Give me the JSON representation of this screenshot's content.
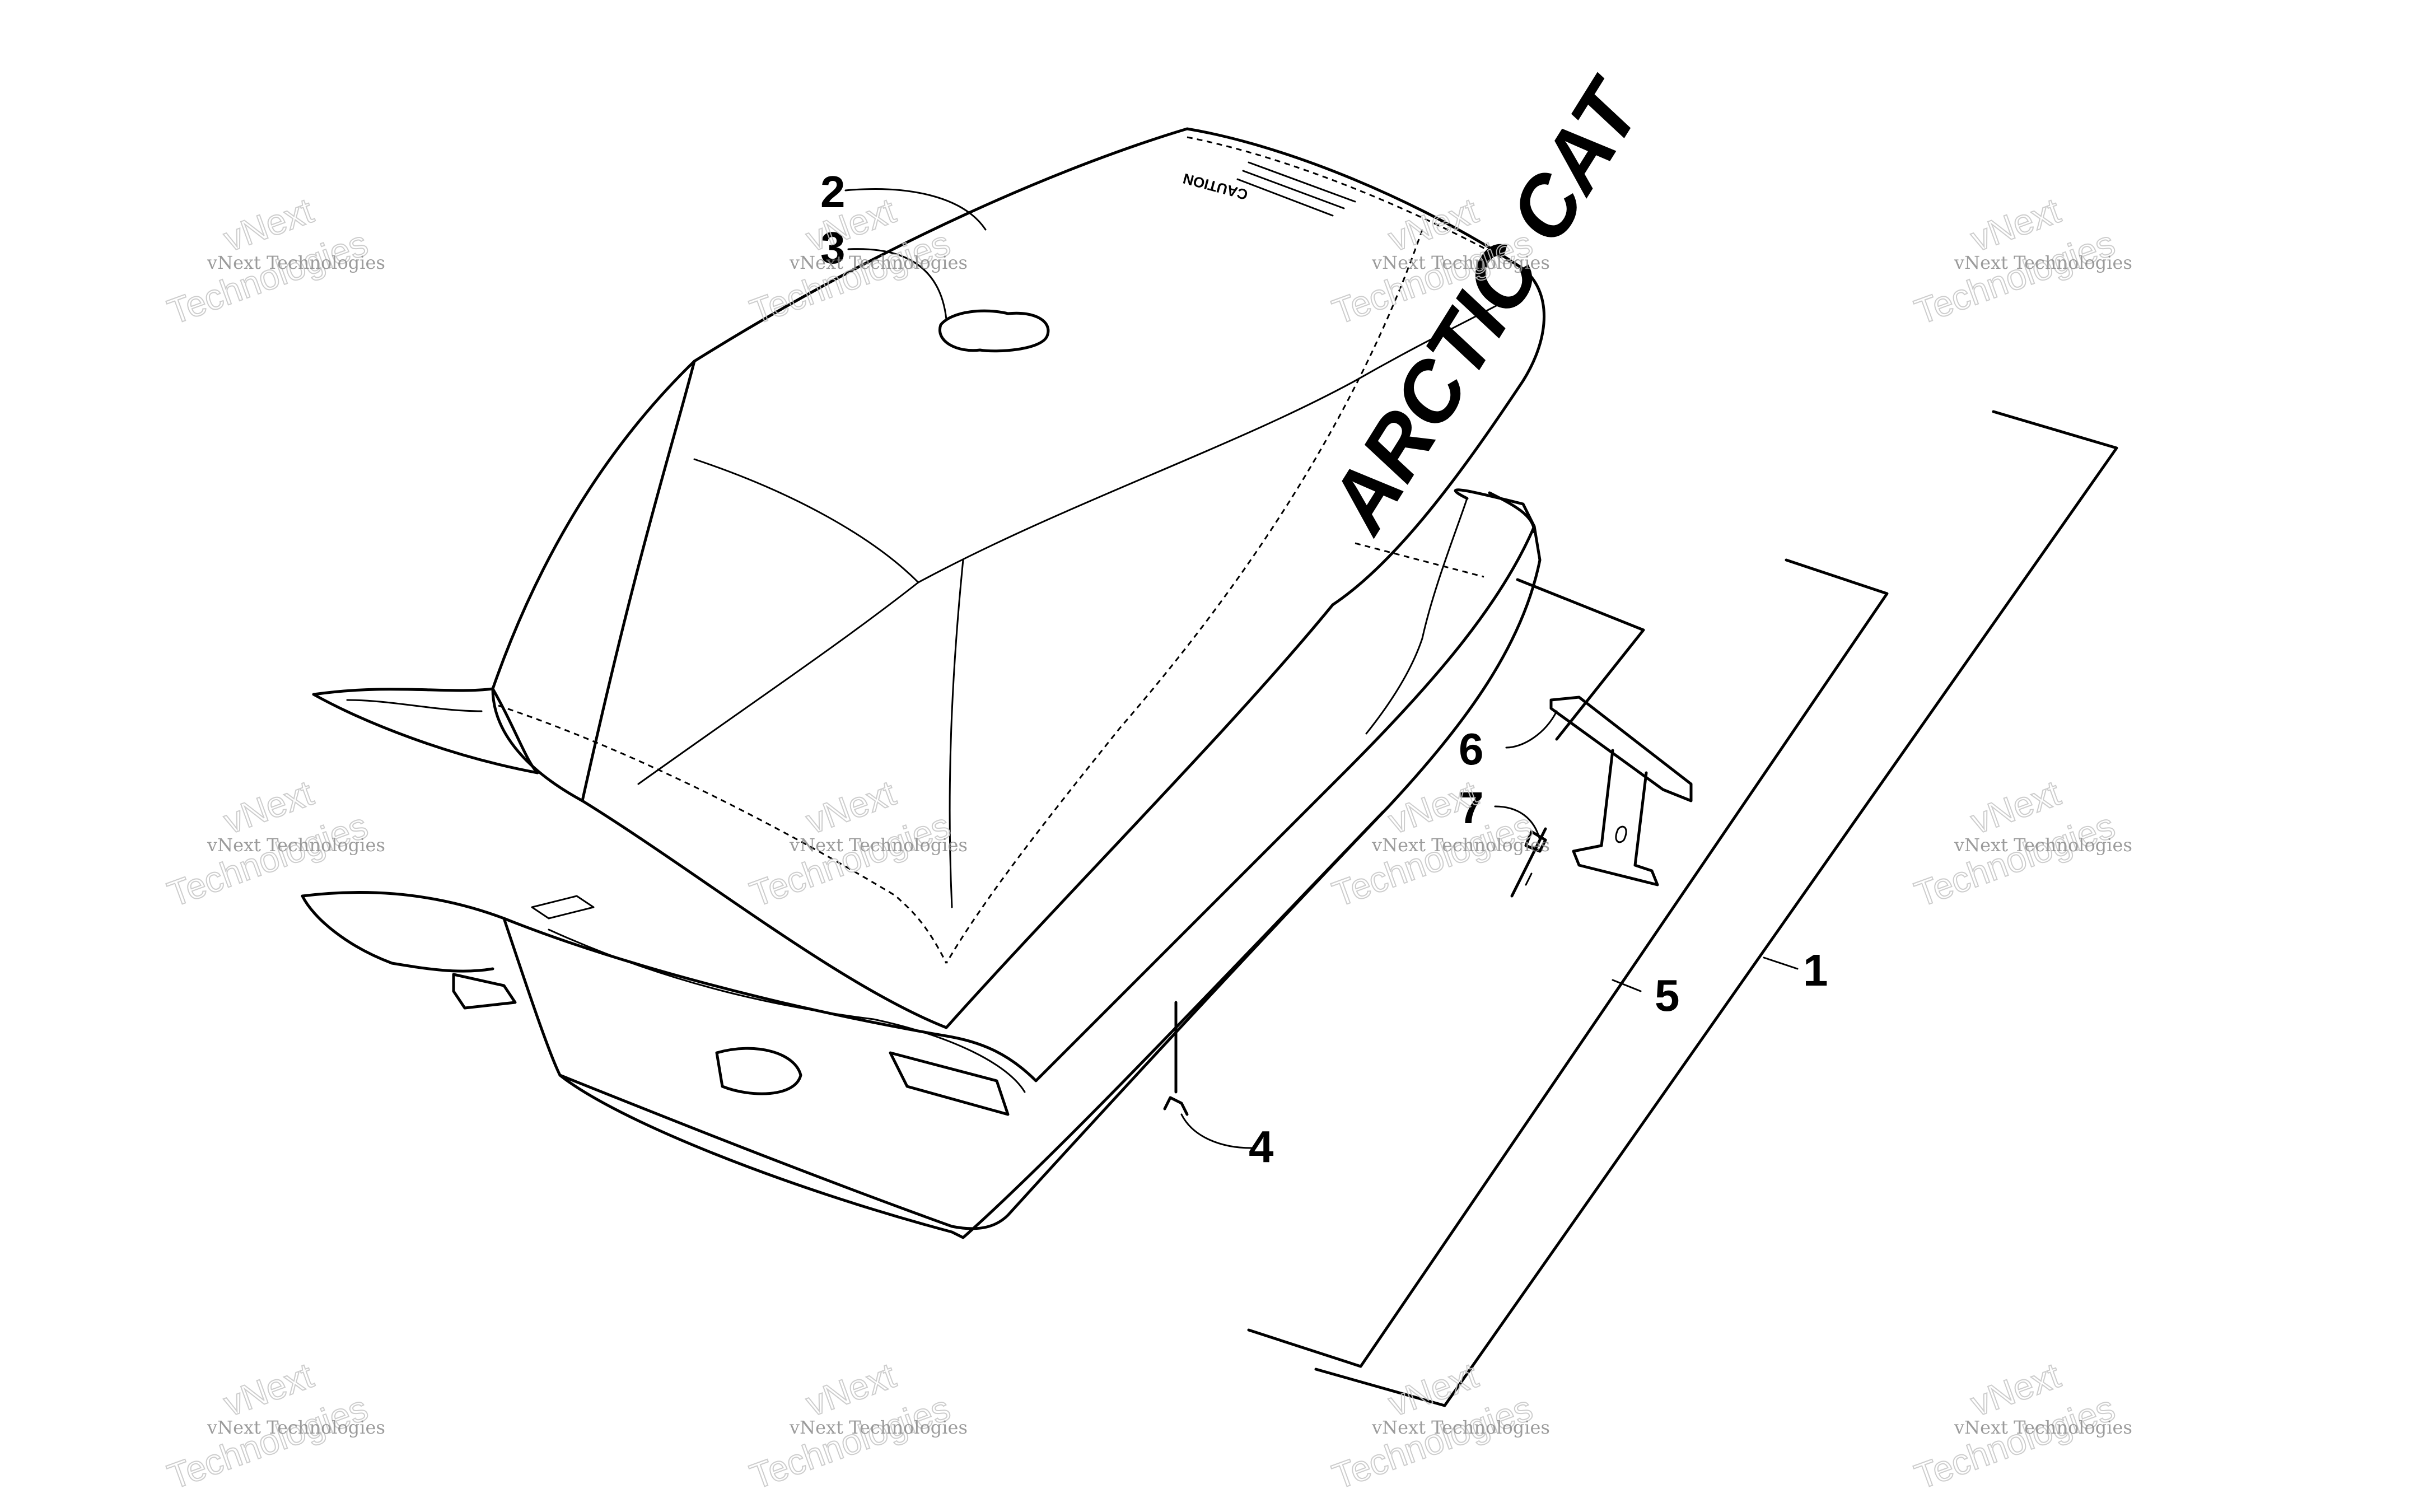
{
  "brand_text": "ARCTIC CAT",
  "warning_label": "CAUTION",
  "callouts": [
    {
      "id": "1",
      "label": "1"
    },
    {
      "id": "2",
      "label": "2"
    },
    {
      "id": "3",
      "label": "3"
    },
    {
      "id": "4",
      "label": "4"
    },
    {
      "id": "5",
      "label": "5"
    },
    {
      "id": "6",
      "label": "6"
    },
    {
      "id": "7",
      "label": "7"
    }
  ],
  "watermark": {
    "small": "vNext Technologies",
    "big_top": "vNext",
    "big_bottom": "Technologies"
  },
  "colors": {
    "ink": "#000000",
    "watermark": "#8a8a8a",
    "background": "#ffffff"
  }
}
